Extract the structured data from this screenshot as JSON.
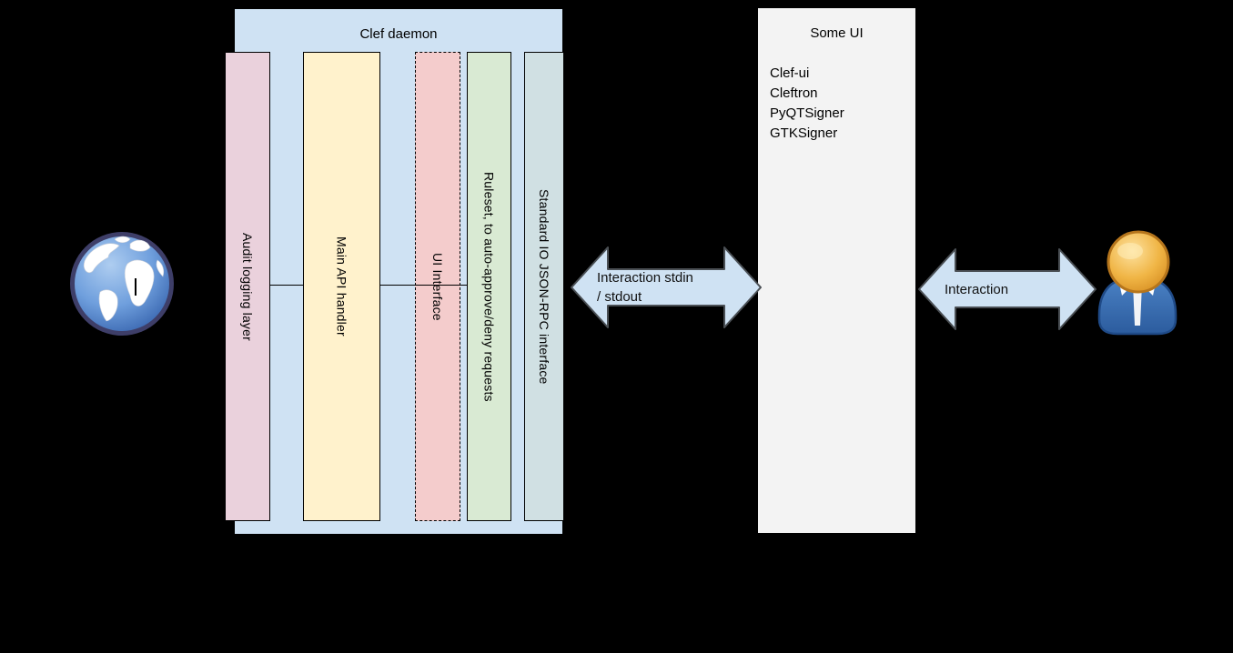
{
  "stage": {
    "background": "#000000"
  },
  "clef_daemon": {
    "title": "Clef daemon",
    "fill": "#cfe2f3",
    "columns": [
      {
        "label": "Audit logging layer",
        "fill": "#ead1dc",
        "border_style": "solid"
      },
      {
        "label": "Main API handler",
        "fill": "#fff2cc",
        "border_style": "solid"
      },
      {
        "label": "UI Interface",
        "fill": "#f4cccc",
        "border_style": "dashed"
      },
      {
        "label": "Ruleset, to auto-approve/deny requests",
        "fill": "#d9ead3",
        "border_style": "solid"
      },
      {
        "label": "Standard IO JSON-RPC interface",
        "fill": "#d0e0e3",
        "border_style": "solid"
      }
    ]
  },
  "some_ui": {
    "title": "Some UI",
    "fill": "#f3f3f3",
    "items": [
      "Clef-ui",
      "Cleftron",
      "PyQTSigner",
      "GTKSigner"
    ]
  },
  "arrows": {
    "stdio": {
      "line1": "Interaction stdin",
      "line2": "/ stdout",
      "fill": "#cfe2f3",
      "stroke": "#4a4f54"
    },
    "user": {
      "label": "Interaction",
      "fill": "#cfe2f3",
      "stroke": "#4a4f54"
    }
  },
  "icons": {
    "globe": "globe-icon",
    "user": "user-icon",
    "globe_colors": {
      "ring": "#3e3e68",
      "ocean": "#3e72b8",
      "land": "#ffffff"
    },
    "user_colors": {
      "head": "#f0b545",
      "body": "#2c5c9e",
      "collar": "#ffffff"
    }
  }
}
